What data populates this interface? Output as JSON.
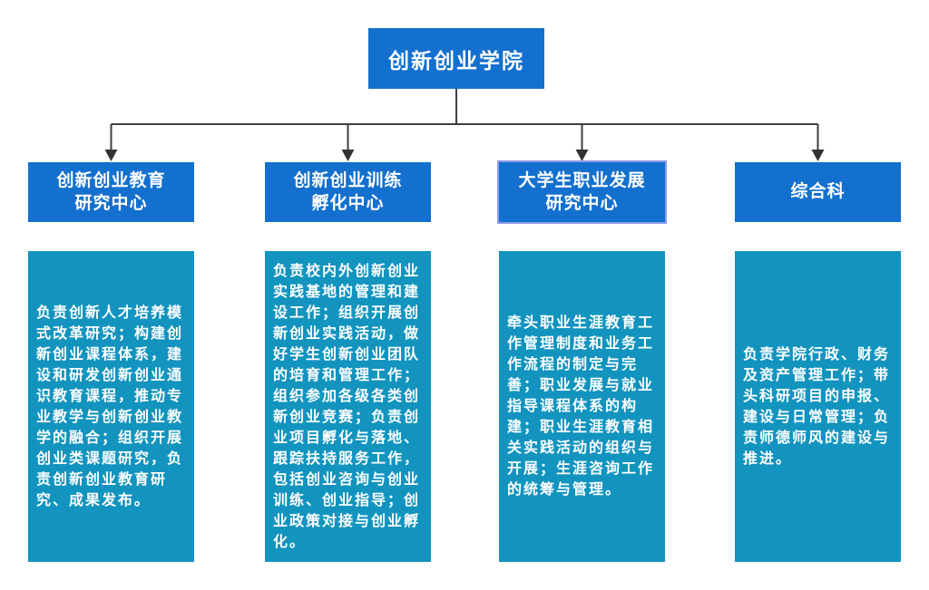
{
  "colors": {
    "node_blue": "#1470CE",
    "detail_teal": "#1294BF",
    "selected_outline": "#8B9CE9",
    "connector_line": "#3F3F3F",
    "arrow_fill": "#333333",
    "text": "#FFFFFF"
  },
  "root": {
    "label": "创新创业学院"
  },
  "departments": [
    {
      "title": "创新创业教育\n研究中心",
      "selected": false,
      "description": "负责创新人才培养模式改革研究；构建创新创业课程体系，建设和研发创新创业通识教育课程，推动专业教学与创新创业教学的融合；组织开展创业类课题研究，负责创新创业教育研究、成果发布。"
    },
    {
      "title": "创新创业训练\n孵化中心",
      "selected": false,
      "description": "负责校内外创新创业实践基地的管理和建设工作；组织开展创新创业实践活动，做好学生创新创业团队的培育和管理工作；组织参加各级各类创新创业竞赛；负责创业项目孵化与落地、跟踪扶持服务工作，包括创业咨询与创业训练、创业指导；创业政策对接与创业孵化。"
    },
    {
      "title": "大学生职业发展\n研究中心",
      "selected": true,
      "description": "牵头职业生涯教育工作管理制度和业务工作流程的制定与完善；职业发展与就业指导课程体系的构建；职业生涯教育相关实践活动的组织与开展；生涯咨询工作的统筹与管理。"
    },
    {
      "title": "综合科",
      "selected": false,
      "description": "负责学院行政、财务及资产管理工作；带头科研项目的申报、建设与日常管理；负责师德师风的建设与推进。"
    }
  ]
}
